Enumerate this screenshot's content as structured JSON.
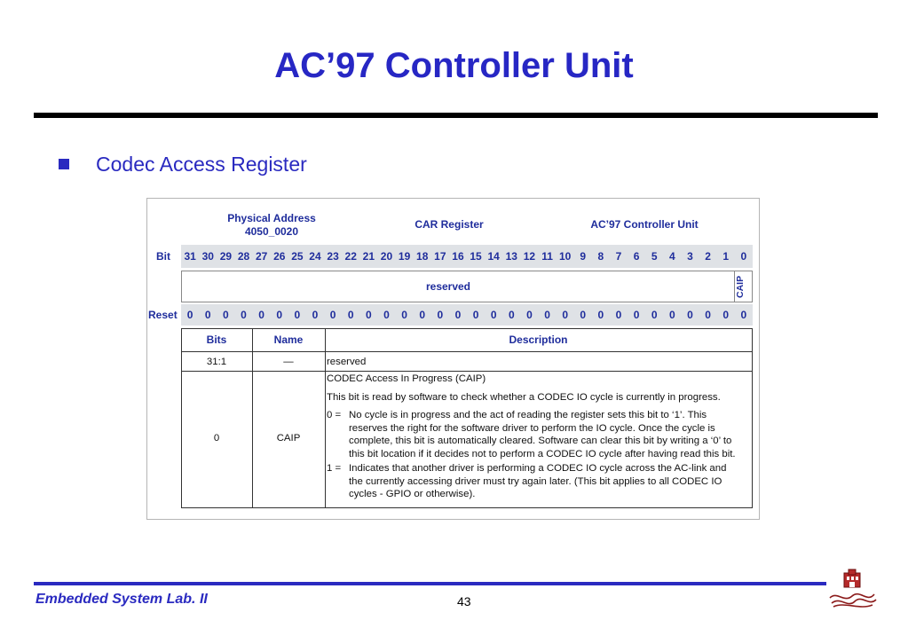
{
  "slide": {
    "title": "AC’97 Controller Unit",
    "bullet": "Codec Access Register",
    "footer_left": "Embedded System Lab. II",
    "page_number": "43"
  },
  "register": {
    "physical_address_label": "Physical Address",
    "physical_address": "4050_0020",
    "register_name": "CAR Register",
    "unit_name": "AC’97 Controller Unit",
    "bit_label": "Bit",
    "reset_label": "Reset",
    "bits": [
      "31",
      "30",
      "29",
      "28",
      "27",
      "26",
      "25",
      "24",
      "23",
      "22",
      "21",
      "20",
      "19",
      "18",
      "17",
      "16",
      "15",
      "14",
      "13",
      "12",
      "11",
      "10",
      "9",
      "8",
      "7",
      "6",
      "5",
      "4",
      "3",
      "2",
      "1",
      "0"
    ],
    "reset_values": [
      "0",
      "0",
      "0",
      "0",
      "0",
      "0",
      "0",
      "0",
      "0",
      "0",
      "0",
      "0",
      "0",
      "0",
      "0",
      "0",
      "0",
      "0",
      "0",
      "0",
      "0",
      "0",
      "0",
      "0",
      "0",
      "0",
      "0",
      "0",
      "0",
      "0",
      "0",
      "0"
    ],
    "reserved_field": "reserved",
    "caip_field": "CAIP"
  },
  "table": {
    "headers": {
      "bits": "Bits",
      "name": "Name",
      "description": "Description"
    },
    "rows": [
      {
        "bits": "31:1",
        "name": "—",
        "description": "reserved"
      },
      {
        "bits": "0",
        "name": "CAIP",
        "desc_title": "CODEC Access In Progress (CAIP)",
        "desc_intro": "This bit is read by software to check whether a CODEC IO cycle is currently in progress.",
        "desc_0_key": "0 =",
        "desc_0_lines": [
          "No cycle is in progress and the act of reading the register sets this bit to ‘1’. This",
          "reserves the right for the software driver to perform the IO cycle. Once the cycle is",
          "complete, this bit is automatically cleared. Software can clear this bit by writing a ‘0’ to",
          "this bit location if it decides not to perform a CODEC IO cycle after having read this bit."
        ],
        "desc_1_key": "1 =",
        "desc_1_lines": [
          "Indicates that another driver is performing a CODEC IO cycle across the AC-link and",
          "the currently accessing driver must try again later. (This bit applies to all CODEC IO",
          "cycles - GPIO or otherwise)."
        ]
      }
    ]
  },
  "colors": {
    "title": "#2727c4",
    "register_text": "#1f2d9c",
    "shade": "#dfe2e6",
    "footer_rule": "#2a2ac0"
  },
  "icons": {
    "bullet": "square-bullet-icon",
    "logo": "university-emblem-icon"
  }
}
